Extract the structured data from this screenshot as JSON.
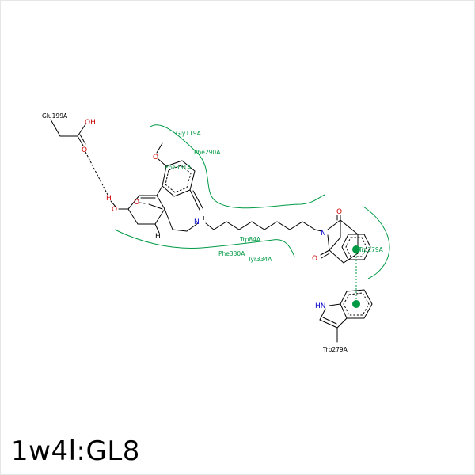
{
  "title": "1w4l:GL8",
  "colors": {
    "bond": "#000000",
    "oxygen": "#cc0000",
    "nitrogen": "#0000cc",
    "residue": "#009a44",
    "interaction": "#009a44"
  },
  "residues": {
    "glu199": "Glu199A",
    "gly119": "Gly119A",
    "phe290": "Phe290A",
    "phe331": "Phe331A",
    "trp84": "Trp84A",
    "phe330": "Phe330A",
    "tyr334": "Tyr334A",
    "trp279_hyd": "Trp279A",
    "trp279": "Trp279A"
  },
  "atoms": {
    "oh_glu": "OH",
    "o_glu": "O",
    "o_methoxy": "O",
    "h_hydroxyl": "H",
    "o_hydroxyl": "O",
    "o_bridge": "O",
    "h_bridge": "H",
    "n_plus": "N",
    "charge": "+",
    "n_imide": "N",
    "o_imide_top": "O",
    "o_imide_bottom": "O",
    "nh_indole": "HN"
  }
}
